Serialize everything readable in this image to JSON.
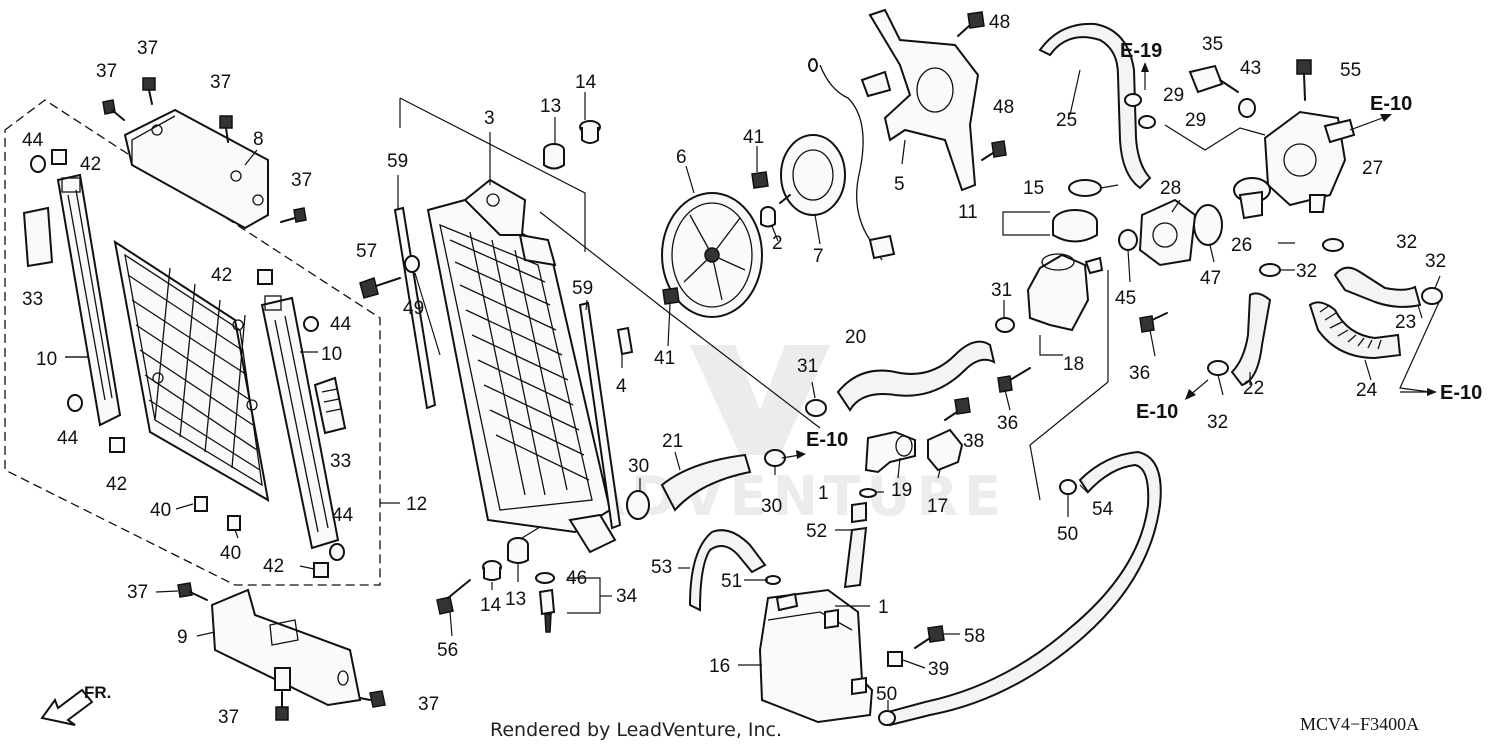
{
  "diagram": {
    "diagram_code": "MCV4−F3400A",
    "footer": "Rendered by LeadVenture, Inc.",
    "front_arrow": "FR.",
    "callouts": [
      {
        "id": "c37a",
        "text": "37"
      },
      {
        "id": "c37b",
        "text": "37"
      },
      {
        "id": "c37c",
        "text": "37"
      },
      {
        "id": "c8",
        "text": "8"
      },
      {
        "id": "c37d",
        "text": "37"
      },
      {
        "id": "c44a",
        "text": "44"
      },
      {
        "id": "c42a",
        "text": "42"
      },
      {
        "id": "c33a",
        "text": "33"
      },
      {
        "id": "c10a",
        "text": "10"
      },
      {
        "id": "c44b",
        "text": "44"
      },
      {
        "id": "c42b",
        "text": "42"
      },
      {
        "id": "c40a",
        "text": "40"
      },
      {
        "id": "c40b",
        "text": "40"
      },
      {
        "id": "c42c",
        "text": "42"
      },
      {
        "id": "c42d",
        "text": "42"
      },
      {
        "id": "c44c",
        "text": "44"
      },
      {
        "id": "c10b",
        "text": "10"
      },
      {
        "id": "c33b",
        "text": "33"
      },
      {
        "id": "c44d",
        "text": "44"
      },
      {
        "id": "c12",
        "text": "12"
      },
      {
        "id": "c57",
        "text": "57"
      },
      {
        "id": "c59a",
        "text": "59"
      },
      {
        "id": "c49",
        "text": "49"
      },
      {
        "id": "c3",
        "text": "3"
      },
      {
        "id": "c59b",
        "text": "59"
      },
      {
        "id": "c13a",
        "text": "13"
      },
      {
        "id": "c14a",
        "text": "14"
      },
      {
        "id": "c4",
        "text": "4"
      },
      {
        "id": "c6",
        "text": "6"
      },
      {
        "id": "c41a",
        "text": "41"
      },
      {
        "id": "c2",
        "text": "2"
      },
      {
        "id": "c7",
        "text": "7"
      },
      {
        "id": "c41b",
        "text": "41"
      },
      {
        "id": "c5",
        "text": "5"
      },
      {
        "id": "c48a",
        "text": "48"
      },
      {
        "id": "c48b",
        "text": "48"
      },
      {
        "id": "c25",
        "text": "25"
      },
      {
        "id": "c29a",
        "text": "29"
      },
      {
        "id": "c29b",
        "text": "29"
      },
      {
        "id": "c35",
        "text": "35"
      },
      {
        "id": "c43",
        "text": "43"
      },
      {
        "id": "c55",
        "text": "55"
      },
      {
        "id": "c27",
        "text": "27"
      },
      {
        "id": "c15",
        "text": "15"
      },
      {
        "id": "c11",
        "text": "11"
      },
      {
        "id": "c28",
        "text": "28"
      },
      {
        "id": "c26",
        "text": "26"
      },
      {
        "id": "c47",
        "text": "47"
      },
      {
        "id": "c45",
        "text": "45"
      },
      {
        "id": "c31a",
        "text": "31"
      },
      {
        "id": "c18",
        "text": "18"
      },
      {
        "id": "c36a",
        "text": "36"
      },
      {
        "id": "c36b",
        "text": "36"
      },
      {
        "id": "c32a",
        "text": "32"
      },
      {
        "id": "c32b",
        "text": "32"
      },
      {
        "id": "c32c",
        "text": "32"
      },
      {
        "id": "c23",
        "text": "23"
      },
      {
        "id": "c22",
        "text": "22"
      },
      {
        "id": "c24",
        "text": "24"
      },
      {
        "id": "c32d",
        "text": "32"
      },
      {
        "id": "c20",
        "text": "20"
      },
      {
        "id": "c31b",
        "text": "31"
      },
      {
        "id": "c38",
        "text": "38"
      },
      {
        "id": "c21",
        "text": "21"
      },
      {
        "id": "c30a",
        "text": "30"
      },
      {
        "id": "c30b",
        "text": "30"
      },
      {
        "id": "c19",
        "text": "19"
      },
      {
        "id": "c17",
        "text": "17"
      },
      {
        "id": "c1a",
        "text": "1"
      },
      {
        "id": "c52",
        "text": "52"
      },
      {
        "id": "c50a",
        "text": "50"
      },
      {
        "id": "c54",
        "text": "54"
      },
      {
        "id": "c53",
        "text": "53"
      },
      {
        "id": "c51",
        "text": "51"
      },
      {
        "id": "c1b",
        "text": "1"
      },
      {
        "id": "c46",
        "text": "46"
      },
      {
        "id": "c34",
        "text": "34"
      },
      {
        "id": "c13b",
        "text": "13"
      },
      {
        "id": "c14b",
        "text": "14"
      },
      {
        "id": "c56",
        "text": "56"
      },
      {
        "id": "c37e",
        "text": "37"
      },
      {
        "id": "c9",
        "text": "9"
      },
      {
        "id": "c37f",
        "text": "37"
      },
      {
        "id": "c37g",
        "text": "37"
      },
      {
        "id": "c58",
        "text": "58"
      },
      {
        "id": "c39",
        "text": "39"
      },
      {
        "id": "c16",
        "text": "16"
      },
      {
        "id": "c50b",
        "text": "50"
      }
    ],
    "references": [
      {
        "id": "r1",
        "text": "E-19"
      },
      {
        "id": "r2",
        "text": "E-10"
      },
      {
        "id": "r3",
        "text": "E-10"
      },
      {
        "id": "r4",
        "text": "E-10"
      },
      {
        "id": "r5",
        "text": "E-10"
      }
    ]
  }
}
